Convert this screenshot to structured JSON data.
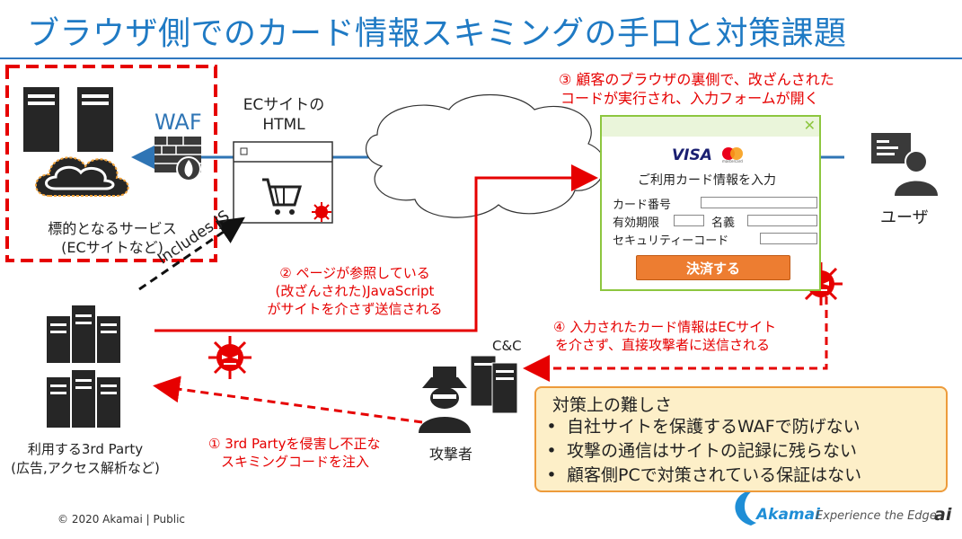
{
  "title": "ブラウザ側でのカード情報スキミングの手口と対策課題",
  "target": {
    "label_line1": "標的となるサービス",
    "label_line2": "(ECサイトなど)"
  },
  "waf": {
    "label": "WAF"
  },
  "ec_html": {
    "label_line1": "ECサイトの",
    "label_line2": "HTML"
  },
  "includes_js": "Includes JS",
  "step3": {
    "line1": "③ 顧客のブラウザの裏側で、改ざんされた",
    "line2": "コードが実行され、入力フォームが開く"
  },
  "form": {
    "visa": "VISA",
    "mastercard": "mastercard",
    "heading": "ご利用カード情報を入力",
    "card_number": "カード番号",
    "expiry": "有効期限",
    "name": "名義",
    "security_code": "セキュリティーコード",
    "pay_button": "決済する"
  },
  "user": {
    "label": "ユーザ"
  },
  "step2": {
    "line1": "② ページが参照している",
    "line2": "(改ざんされた)JavaScript",
    "line3": "がサイトを介さず送信される"
  },
  "step4": {
    "line1": "④ 入力されたカード情報はECサイト",
    "line2": "を介さず、直接攻撃者に送信される"
  },
  "cnc": {
    "label": "C&C"
  },
  "third_party": {
    "label_line1": "利用する3rd Party",
    "label_line2": "(広告,アクセス解析など)"
  },
  "step1": {
    "line1": "① 3rd Partyを侵害し不正な",
    "line2": "スキミングコードを注入"
  },
  "attacker": {
    "label": "攻撃者"
  },
  "challenges": {
    "heading": "対策上の難しさ",
    "bullet": "•",
    "items": [
      "自社サイトを保護するWAFで防げない",
      "攻撃の通信はサイトの記録に残らない",
      "顧客側PCで対策されている保証はない"
    ]
  },
  "footer": {
    "copyright": "© 2020 Akamai | Public",
    "brand": "Akamai",
    "tagline": "Experience the Edge",
    "corner": "ai"
  },
  "colors": {
    "title": "#1f7ac4",
    "flow_line": "#2f75b5",
    "attack": "#e60000",
    "form_border": "#8dc63f",
    "pay_button": "#ed7d31",
    "callout_fill": "#fdefc8",
    "callout_border": "#ed9b3b"
  }
}
